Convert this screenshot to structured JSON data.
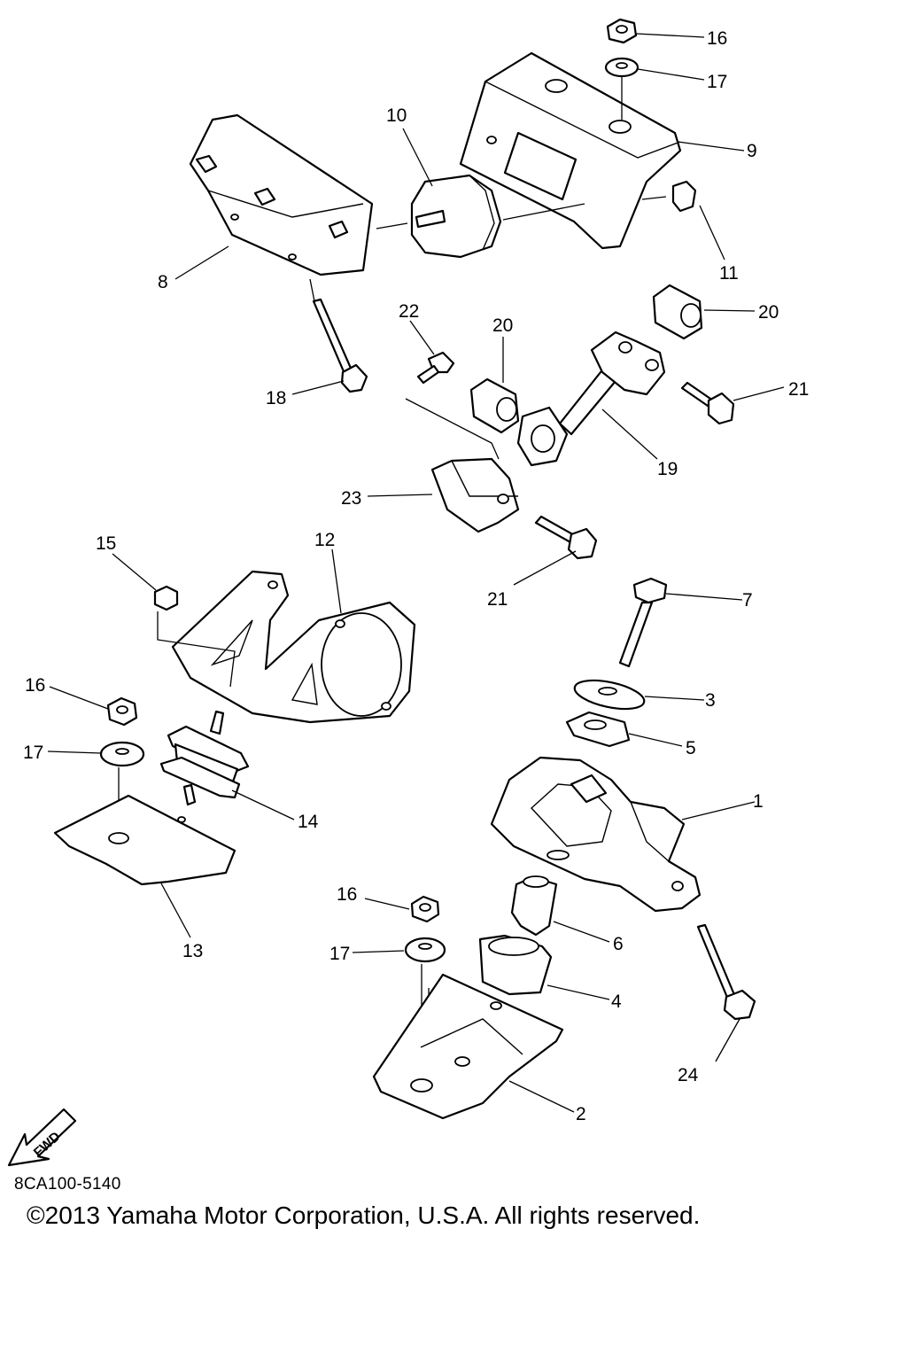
{
  "diagram": {
    "callouts": {
      "c1": "1",
      "c2": "2",
      "c3": "3",
      "c4": "4",
      "c5": "5",
      "c6": "6",
      "c7": "7",
      "c8": "8",
      "c9": "9",
      "c10": "10",
      "c11": "11",
      "c12": "12",
      "c13": "13",
      "c14": "14",
      "c15": "15",
      "c16a": "16",
      "c16b": "16",
      "c16c": "16",
      "c17a": "17",
      "c17b": "17",
      "c17c": "17",
      "c18": "18",
      "c19": "19",
      "c20a": "20",
      "c20b": "20",
      "c21a": "21",
      "c21b": "21",
      "c22": "22",
      "c23": "23",
      "c24": "24"
    },
    "fwd_label": "FWD"
  },
  "footer": {
    "code": "8CA100-5140",
    "copyright": "©2013 Yamaha Motor Corporation, U.S.A. All rights reserved."
  }
}
